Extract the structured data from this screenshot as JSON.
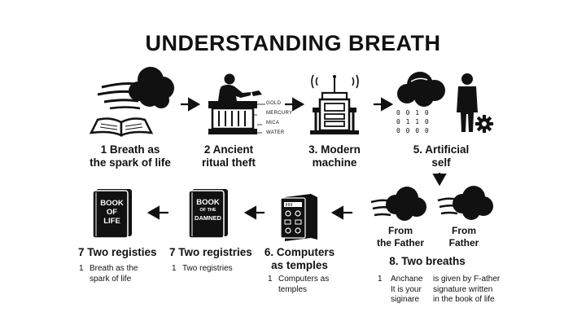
{
  "title": "UNDERSTANDING BREATH",
  "steps": {
    "s1": {
      "label": [
        "1 Breath as",
        "the spark of life"
      ]
    },
    "s2": {
      "label": [
        "2  Ancient",
        "ritual theft"
      ],
      "metals": [
        "GOLD",
        "MERCURY",
        "MICA",
        "WATER"
      ]
    },
    "s3": {
      "label": [
        "3. Modern",
        "machine"
      ]
    },
    "s5": {
      "label": [
        "5. Artificial",
        "self"
      ],
      "binary": [
        "0 0 1 0",
        "0 1 1 0",
        "0 0 0 0"
      ]
    },
    "s8": {
      "title": "8. Two breaths",
      "cloud_a": [
        "From",
        "the Father"
      ],
      "cloud_b": [
        "From",
        "Father"
      ],
      "num": "1",
      "col_a": [
        "Anchane",
        "It is your",
        "siginare"
      ],
      "col_b": [
        "is given by F-ather",
        "signature written",
        "in the book of life"
      ]
    },
    "s6": {
      "label": [
        "6. Computers",
        "as temples"
      ],
      "num": "1",
      "sub": [
        "Computers as",
        "temples"
      ]
    },
    "s7b": {
      "label": "7  Two registries",
      "cover": [
        "BOOK",
        "OF THE",
        "DAMNED"
      ],
      "num": "1",
      "sub": [
        "Two registries"
      ]
    },
    "s7a": {
      "label": "7  Two registies",
      "cover": [
        "BOOK",
        "OF",
        "LIFE"
      ],
      "num": "1",
      "sub": [
        "Breath as the",
        "spark of life"
      ]
    }
  },
  "colors": {
    "ink": "#111111",
    "background": "#ffffff"
  }
}
